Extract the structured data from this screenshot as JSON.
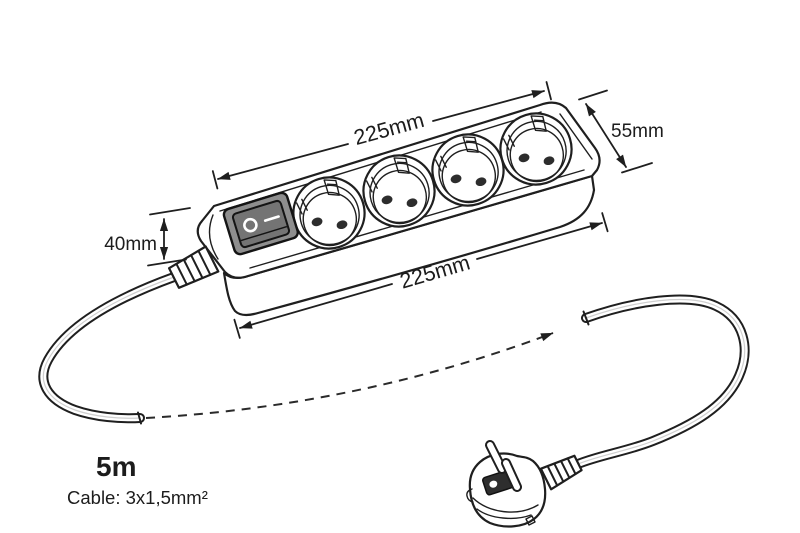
{
  "diagram": {
    "subject": "4-socket power strip with rocker switch and Schuko plug",
    "socket_count": 4,
    "labels": {
      "top_length": "225mm",
      "side_depth": "55mm",
      "end_height": "40mm",
      "bottom_length": "225mm",
      "cable_length": "5m",
      "cable_spec": "Cable: 3x1,5mm²"
    },
    "colors": {
      "line": "#1f1f1f",
      "background": "#ffffff",
      "switch_bezel": "#8e8e8e",
      "switch_rocker": "#747474",
      "switch_glyph": "#ffffff",
      "socket_hole": "#2d2d2d",
      "plug_slot": "#2e2e2e"
    }
  }
}
